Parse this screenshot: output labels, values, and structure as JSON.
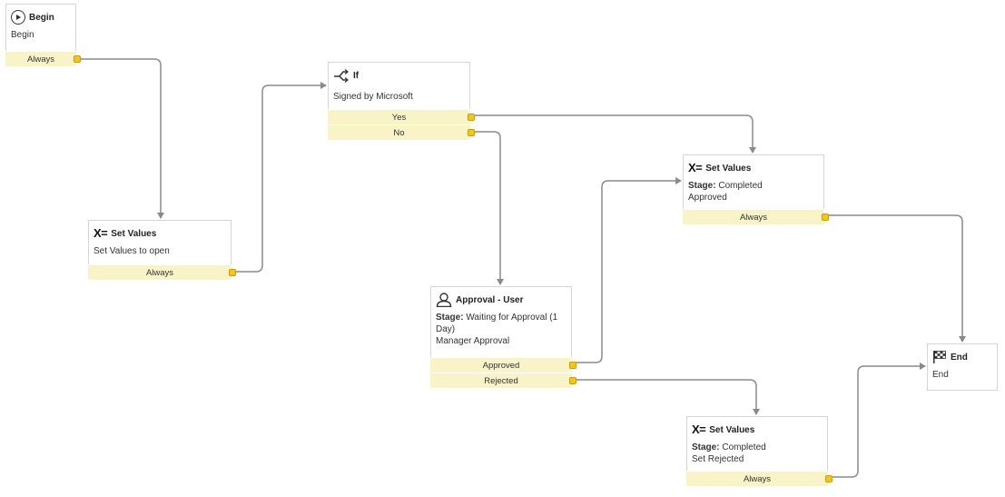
{
  "nodes": {
    "begin": {
      "title": "Begin",
      "body": "Begin",
      "outputs": [
        "Always"
      ]
    },
    "set_open": {
      "title": "Set Values",
      "body": "Set Values to open",
      "outputs": [
        "Always"
      ]
    },
    "if": {
      "title": "If",
      "body": "Signed by Microsoft",
      "outputs": [
        "Yes",
        "No"
      ]
    },
    "set_approved": {
      "title": "Set Values",
      "stage_label": "Stage:",
      "stage_value": "Completed",
      "body2": "Approved",
      "outputs": [
        "Always"
      ]
    },
    "approval": {
      "title": "Approval - User",
      "stage_label": "Stage:",
      "stage_value": "Waiting for Approval (1 Day)",
      "body2": "Manager Approval",
      "outputs": [
        "Approved",
        "Rejected"
      ]
    },
    "end": {
      "title": "End",
      "body": "End"
    },
    "set_rejected": {
      "title": "Set Values",
      "stage_label": "Stage:",
      "stage_value": "Completed",
      "body2": "Set Rejected",
      "outputs": [
        "Always"
      ]
    }
  },
  "icons": {
    "begin": "play-circle-icon",
    "set_values": "set-values-icon",
    "if": "branch-icon",
    "approval": "user-icon",
    "end": "checkered-flag-icon"
  },
  "set_values_glyph": "X=",
  "colors": {
    "output_bg": "#f8f4c8",
    "port": "#f5c518",
    "connector": "#8a8a8a",
    "node_border": "#d4d4d4"
  }
}
